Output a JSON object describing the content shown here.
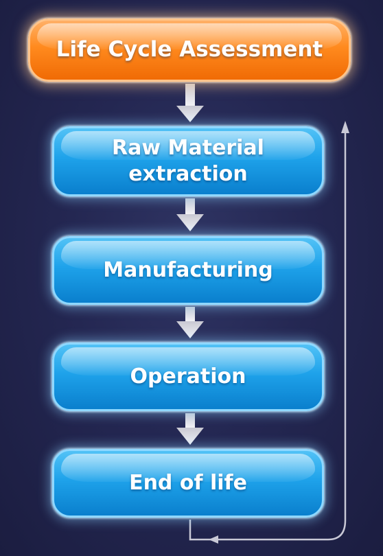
{
  "diagram": {
    "title": "Life Cycle Assessment",
    "steps": [
      "Raw Material\nextraction",
      "Manufacturing",
      "Operation",
      "End of life"
    ]
  },
  "colors": {
    "background": "#242752",
    "title_box": "#ff8a1e",
    "step_box": "#1ea2ea",
    "arrow": "#d6d6de",
    "feedback_line": "#c9c9d6"
  }
}
